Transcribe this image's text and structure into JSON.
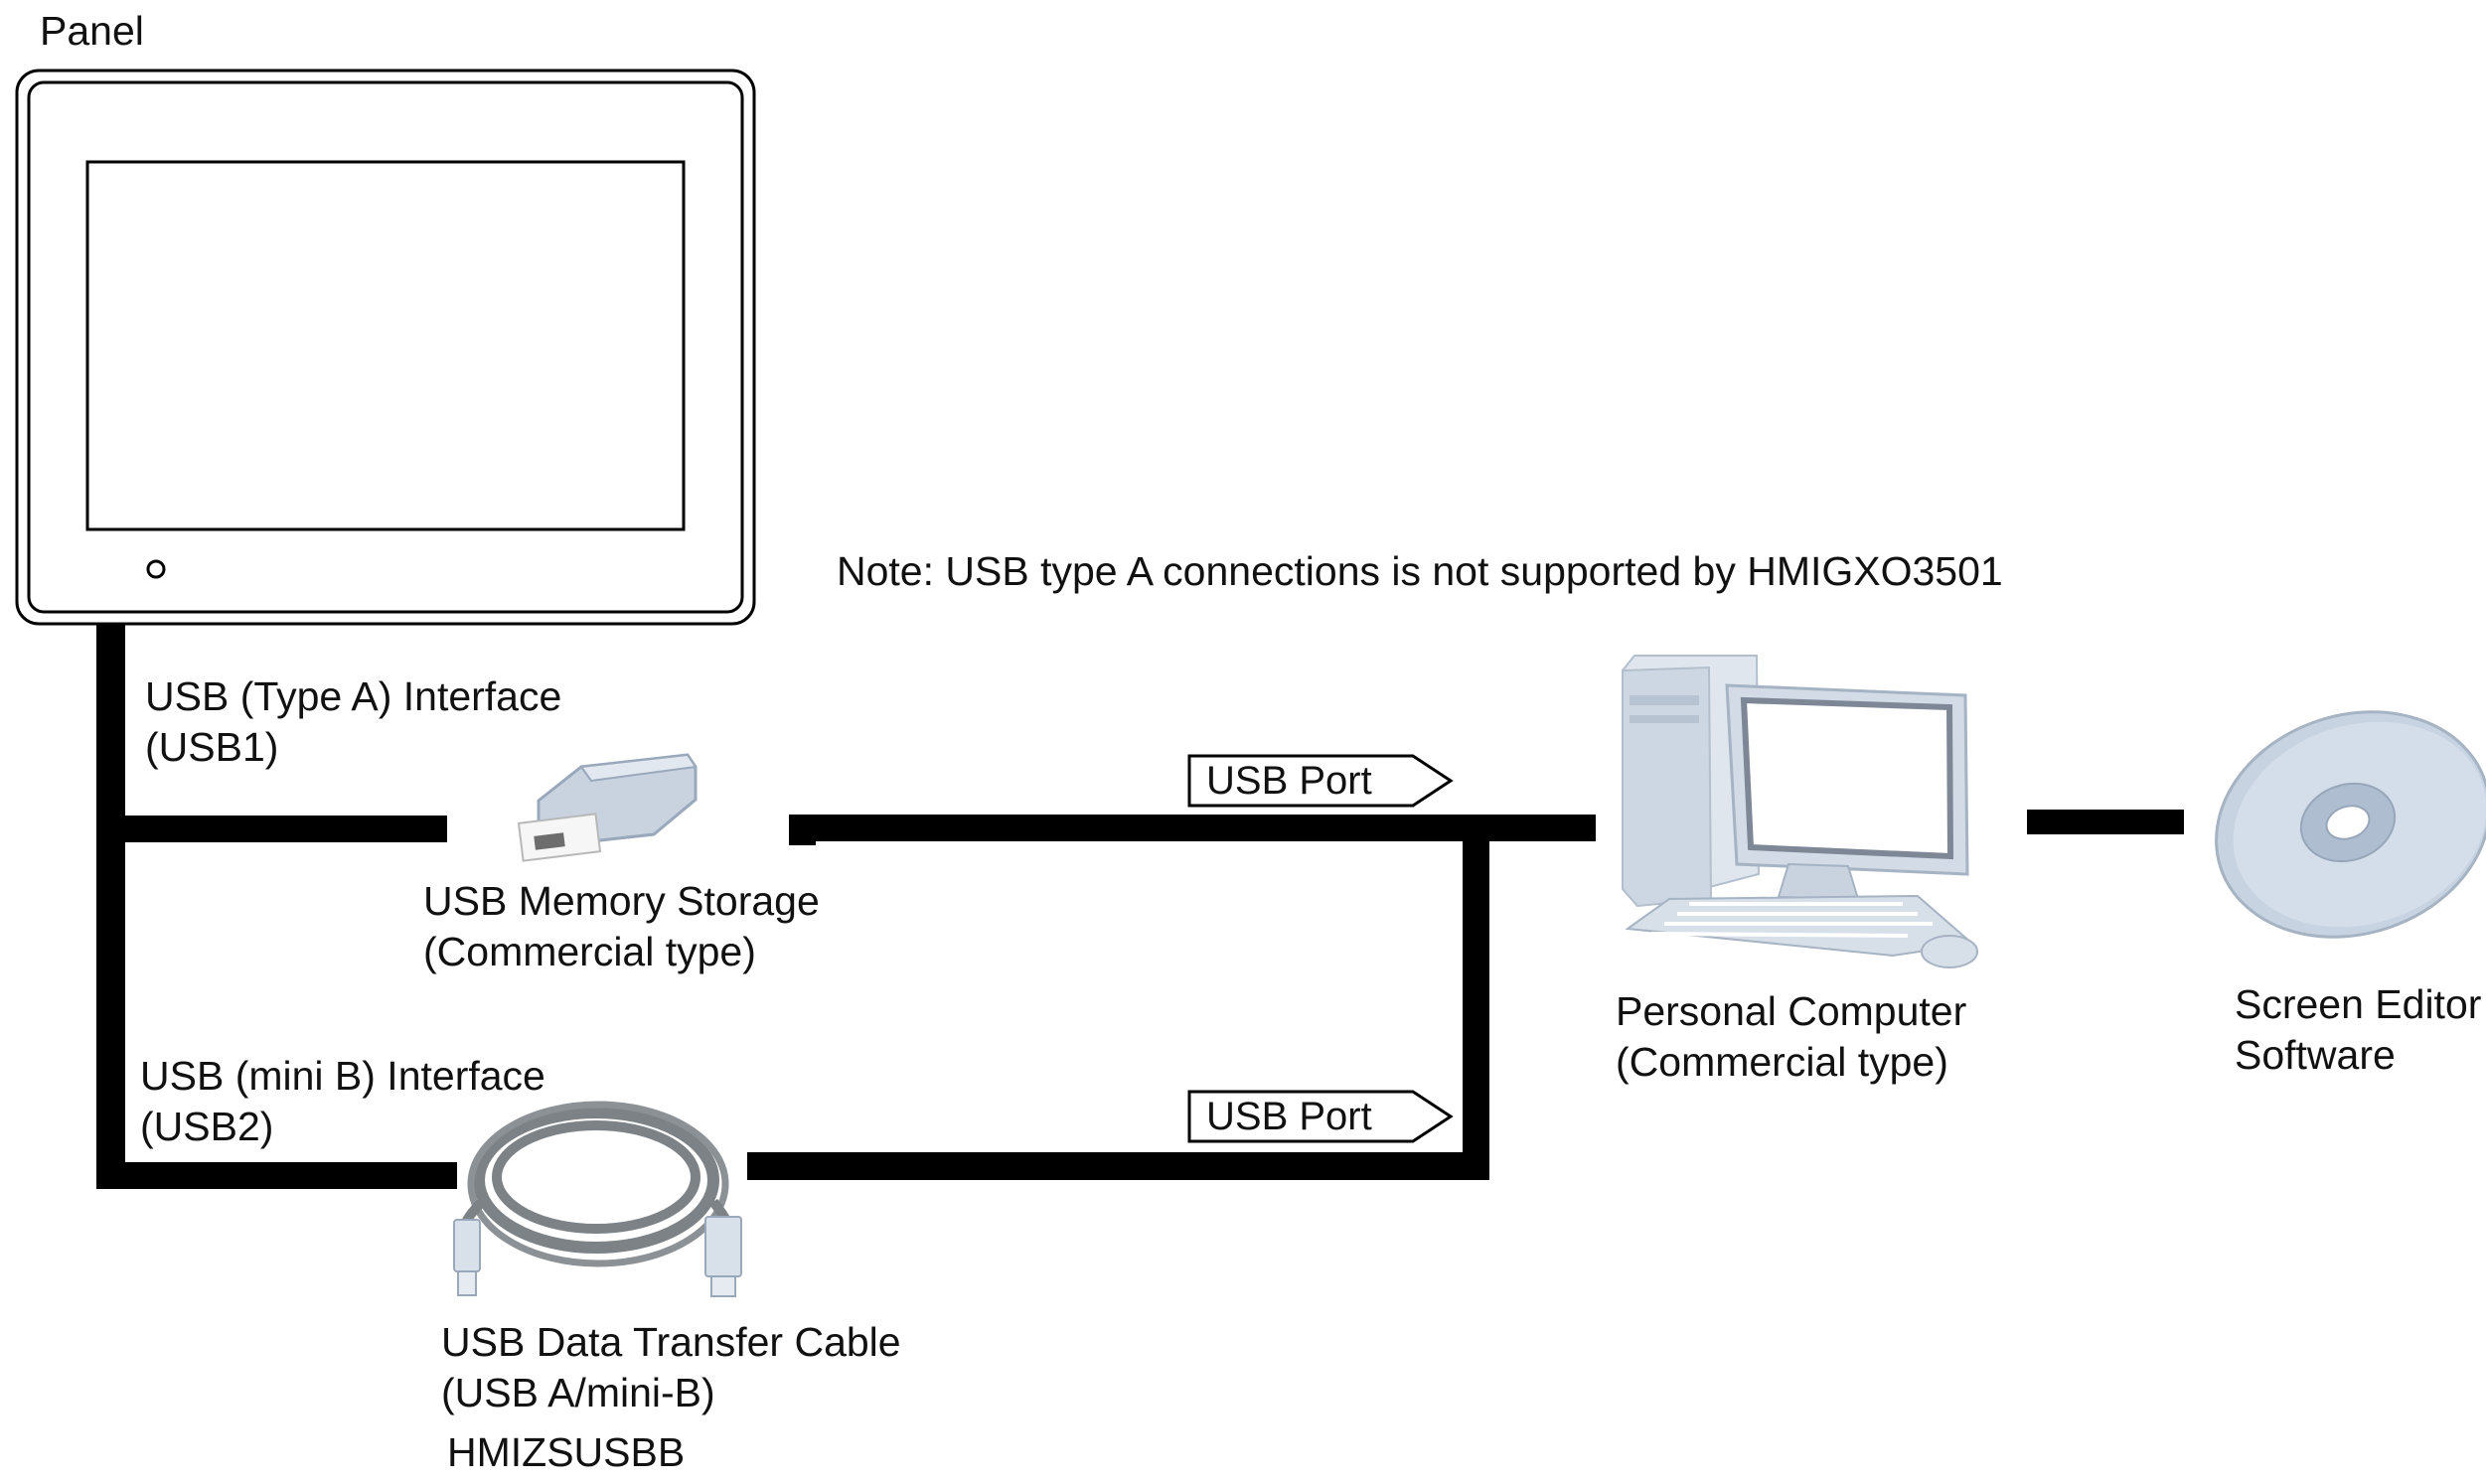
{
  "panel": {
    "label": "Panel"
  },
  "note": "Note: USB type A connections is not supported by HMIGXO3501",
  "usb_type_a": {
    "line1": "USB (Type A) Interface",
    "line2": "(USB1)"
  },
  "usb_mini_b": {
    "line1": "USB (mini B) Interface",
    "line2": "(USB2)"
  },
  "memory": {
    "line1": "USB Memory Storage",
    "line2": "(Commercial type)"
  },
  "cable": {
    "line1": "USB Data Transfer Cable",
    "line2": "(USB A/mini-B)",
    "part": "HMIZSUSBB"
  },
  "port_tags": {
    "top": "USB Port",
    "bottom": "USB Port"
  },
  "pc": {
    "line1": "Personal Computer",
    "line2": "(Commercial type)"
  },
  "software": {
    "line1": "Screen Editor",
    "line2": "Software"
  },
  "colors": {
    "line": "#000000",
    "device_fill": "#cfd9e6",
    "device_stroke": "#9aa8bb",
    "cable": "#7c8285"
  }
}
